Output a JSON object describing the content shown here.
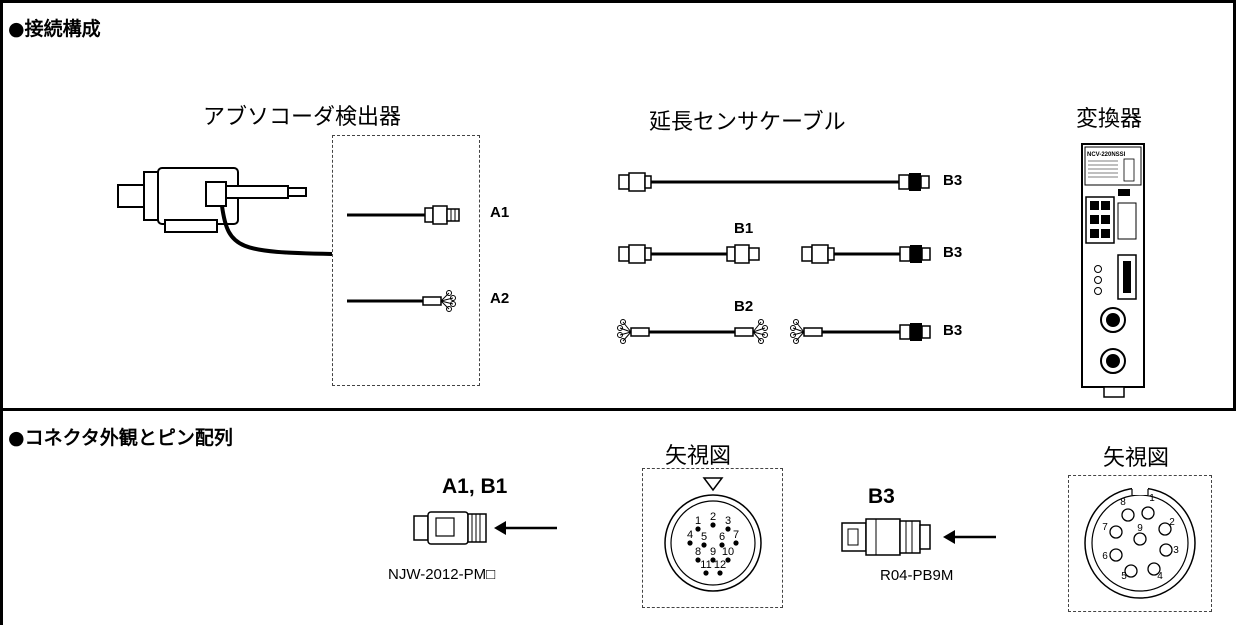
{
  "sections": {
    "connection": {
      "title": "●接続構成"
    },
    "pins": {
      "title": "●コネクタ外観とピン配列"
    }
  },
  "groups": {
    "encoder": "アブソコーダ検出器",
    "extension_cable": "延長センサケーブル",
    "converter": "変換器"
  },
  "converter_model": "NCV-220NSSI",
  "cable_labels": {
    "a1": "A1",
    "a2": "A2",
    "b1": "B1",
    "b2": "B2",
    "b3_row1": "B3",
    "b3_row2": "B3",
    "b3_row3": "B3"
  },
  "connectors": {
    "view_label_1": "矢視図",
    "view_label_2": "矢視図",
    "left_label": "A1, B1",
    "left_part": "NJW-2012-PM□",
    "right_label": "B3",
    "right_part": "R04-PB9M",
    "pins_12": [
      "1",
      "2",
      "3",
      "4",
      "5",
      "6",
      "7",
      "8",
      "9",
      "10",
      "11",
      "12"
    ],
    "pins_9": [
      "1",
      "2",
      "3",
      "4",
      "5",
      "6",
      "7",
      "8",
      "9"
    ]
  }
}
